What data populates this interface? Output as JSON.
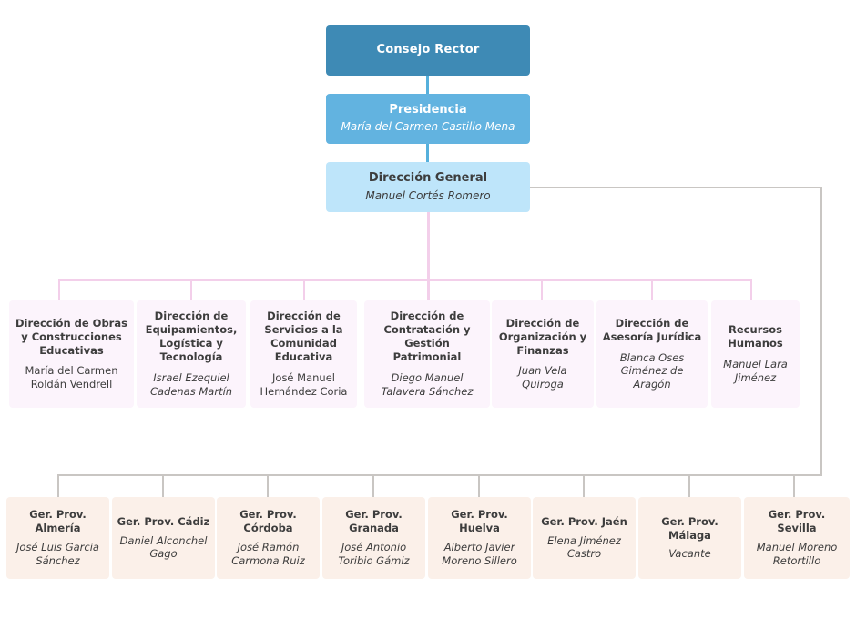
{
  "diagram": {
    "type": "organizational-chart",
    "colors": {
      "level1_fill": "#3e8ab5",
      "level2_fill": "#62b3e0",
      "level3_fill": "#bee5fa",
      "level4_fill": "#fcf4fc",
      "level5_fill": "#fbf0e9",
      "connector_blue": "#56b0dc",
      "connector_pink": "#f3cfea",
      "connector_gray": "#c9c6c3",
      "text_dark": "#3d3d3d",
      "text_light": "#ffffff"
    },
    "level1": {
      "title": "Consejo Rector",
      "person": ""
    },
    "level2": {
      "title": "Presidencia",
      "person": "María del Carmen Castillo Mena"
    },
    "level3": {
      "title": "Dirección General",
      "person": "Manuel Cortés Romero"
    },
    "level4": [
      {
        "title": "Dirección de Obras y Construcciones Educativas",
        "person": "María del Carmen Roldán Vendrell",
        "person_italic": false
      },
      {
        "title": "Dirección de Equipamientos, Logística y Tecnología",
        "person": "Israel Ezequiel Cadenas Martín",
        "person_italic": true
      },
      {
        "title": "Dirección de Servicios a la Comunidad Educativa",
        "person": "José Manuel Hernández Coria",
        "person_italic": false
      },
      {
        "title": "Dirección de Contratación y Gestión Patrimonial",
        "person": "Diego Manuel Talavera Sánchez",
        "person_italic": true
      },
      {
        "title": "Dirección de Organización y Finanzas",
        "person": "Juan Vela Quiroga",
        "person_italic": true
      },
      {
        "title": "Dirección de Asesoría Jurídica",
        "person": "Blanca Oses Giménez de Aragón",
        "person_italic": true
      },
      {
        "title": "Recursos Humanos",
        "person": "Manuel Lara Jiménez",
        "person_italic": true
      }
    ],
    "level5": [
      {
        "title": "Ger. Prov. Almería",
        "person": "José Luis Garcia Sánchez"
      },
      {
        "title": "Ger. Prov. Cádiz",
        "person": "Daniel Alconchel Gago"
      },
      {
        "title": "Ger. Prov. Córdoba",
        "person": "José Ramón Carmona Ruiz"
      },
      {
        "title": "Ger. Prov. Granada",
        "person": "José Antonio Toribio Gámiz"
      },
      {
        "title": "Ger. Prov. Huelva",
        "person": "Alberto Javier Moreno Sillero"
      },
      {
        "title": "Ger. Prov. Jaén",
        "person": "Elena Jiménez Castro"
      },
      {
        "title": "Ger. Prov. Málaga",
        "person": "Vacante"
      },
      {
        "title": "Ger. Prov. Sevilla",
        "person": "Manuel Moreno Retortillo"
      }
    ]
  }
}
